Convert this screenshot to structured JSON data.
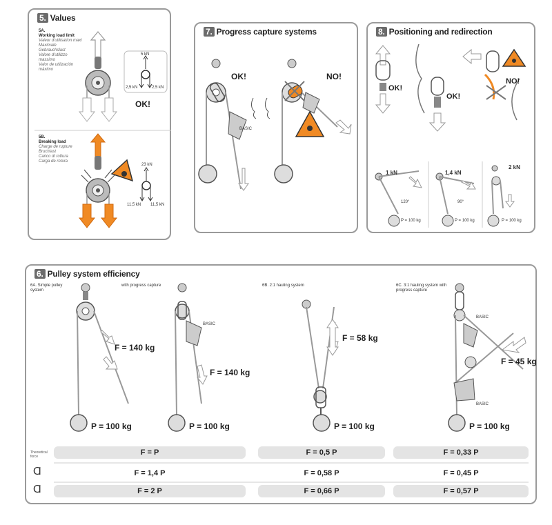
{
  "panel5": {
    "number": "5.",
    "title": "Values",
    "a_code": "5A.",
    "a_label": "Working load limit",
    "a_translations": [
      "Valeur d'utilisation maxi",
      "Maximale",
      "Gebrauchslast",
      "Valore d'utilizzo",
      "massimo",
      "Valor de utilización",
      "máximo"
    ],
    "a_top": "5 kN",
    "a_left": "2,5 kN",
    "a_right": "2,5 kN",
    "a_ok": "OK!",
    "b_code": "5B.",
    "b_label": "Breaking load",
    "b_translations": [
      "Charge de rupture",
      "Bruchlast",
      "Carico di rottura",
      "Carga de rotura"
    ],
    "b_top": "23 kN",
    "b_left": "11,5 kN",
    "b_right": "11,5 kN"
  },
  "panel7": {
    "number": "7.",
    "title": "Progress capture systems",
    "ok": "OK!",
    "no": "NO!",
    "basic": "BASIC"
  },
  "panel8": {
    "number": "8.",
    "title": "Positioning and redirection",
    "ok1": "OK!",
    "ok2": "OK!",
    "no": "NO!",
    "f1": "1 kN",
    "angle1": "120°",
    "p1": "P = 100 kg",
    "f2": "1,4 kN",
    "angle2": "90°",
    "p2": "P = 100 kg",
    "f3": "2 kN",
    "p3": "P = 100 kg"
  },
  "panel6": {
    "number": "6.",
    "title": "Pulley system efficiency",
    "a_label": "6A. Simple pulley system",
    "a2_label": "with progress capture",
    "b_label": "6B. 2:1 hauling system",
    "c_label": "6C. 3:1 hauling system with progress capture",
    "fa1": "F = 140 kg",
    "fa2": "F = 140 kg",
    "fb": "F = 58 kg",
    "fc": "F = 45 kg",
    "pa1": "P = 100 kg",
    "pa2": "P = 100 kg",
    "pb": "P = 100 kg",
    "pc": "P = 100 kg",
    "basic": "BASIC",
    "theoretical_label": "Theoretical force",
    "rows": {
      "a": [
        "F = P",
        "F = 1,4 P",
        "F = 2 P"
      ],
      "b": [
        "F = 0,5 P",
        "F = 0,58 P",
        "F = 0,66 P"
      ],
      "c": [
        "F = 0,33 P",
        "F = 0,45 P",
        "F = 0,57 P"
      ]
    }
  },
  "colors": {
    "accent": "#f08a24",
    "border": "#9a9a9a",
    "row": "#e4e4e4",
    "title_badge": "#6b6b6b"
  }
}
